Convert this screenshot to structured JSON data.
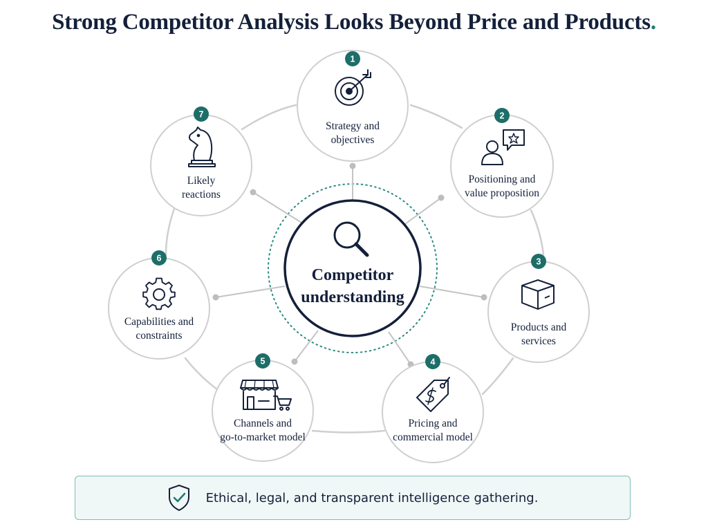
{
  "title": {
    "text": "Strong Competitor Analysis Looks Beyond Price and Products",
    "end_mark": ".",
    "accent_color": "#1d7a72"
  },
  "center": {
    "line1": "Competitor",
    "line2": "understanding",
    "icon": "magnifier-icon"
  },
  "nodes": [
    {
      "number": "1",
      "line1": "Strategy and",
      "line2": "objectives",
      "icon": "target-icon"
    },
    {
      "number": "2",
      "line1": "Positioning and",
      "line2": "value proposition",
      "icon": "person-speech-star-icon"
    },
    {
      "number": "3",
      "line1": "Products and",
      "line2": "services",
      "icon": "box-icon"
    },
    {
      "number": "4",
      "line1": "Pricing and",
      "line2": "commercial model",
      "icon": "price-tag-icon"
    },
    {
      "number": "5",
      "line1": "Channels and",
      "line2": "go-to-market model",
      "icon": "storefront-cart-icon"
    },
    {
      "number": "6",
      "line1": "Capabilities and",
      "line2": "constraints",
      "icon": "gear-icon"
    },
    {
      "number": "7",
      "line1": "Likely",
      "line2": "reactions",
      "icon": "chess-knight-icon"
    }
  ],
  "footer": {
    "text": "Ethical, legal, and transparent intelligence gathering.",
    "icon": "shield-check-icon"
  },
  "colors": {
    "navy": "#14203a",
    "teal": "#1d7a72",
    "line_gray": "#c8c8c8",
    "circle_border": "#cfcfcf"
  }
}
